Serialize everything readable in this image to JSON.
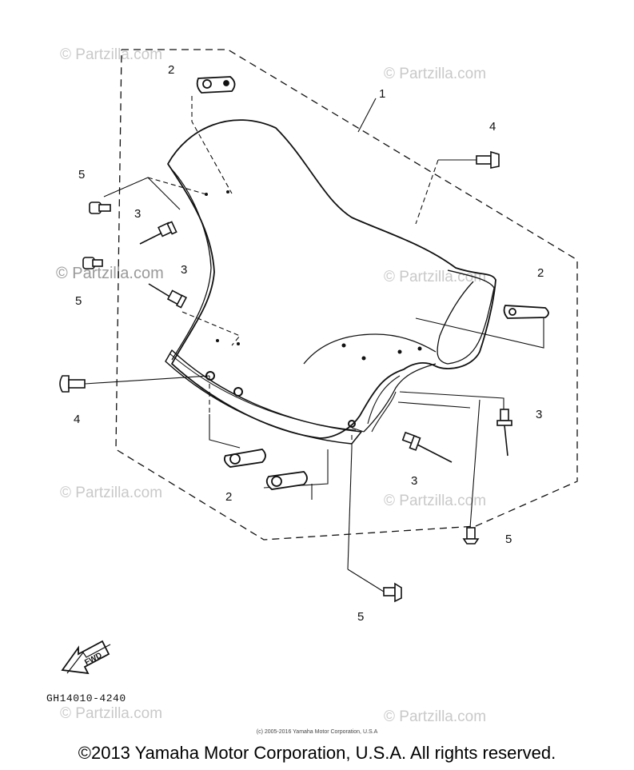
{
  "watermark": {
    "text": "© Partzilla.com"
  },
  "callouts": {
    "c1": "1",
    "c2a": "2",
    "c2b": "2",
    "c2c": "2",
    "c3a": "3",
    "c3b": "3",
    "c3c": "3",
    "c3d": "3",
    "c4a": "4",
    "c4b": "4",
    "c5a": "5",
    "c5b": "5",
    "c5c": "5",
    "c5d": "5"
  },
  "fwd_label": "FWD",
  "diagram_code": "GH14010-4240",
  "copyright_small": "(c) 2005-2016 Yamaha Motor Corporation, U.S.A",
  "copyright": "©2013 Yamaha Motor Corporation, U.S.A. All rights reserved.",
  "colors": {
    "line": "#111111",
    "watermark": "#c9c9c9"
  }
}
